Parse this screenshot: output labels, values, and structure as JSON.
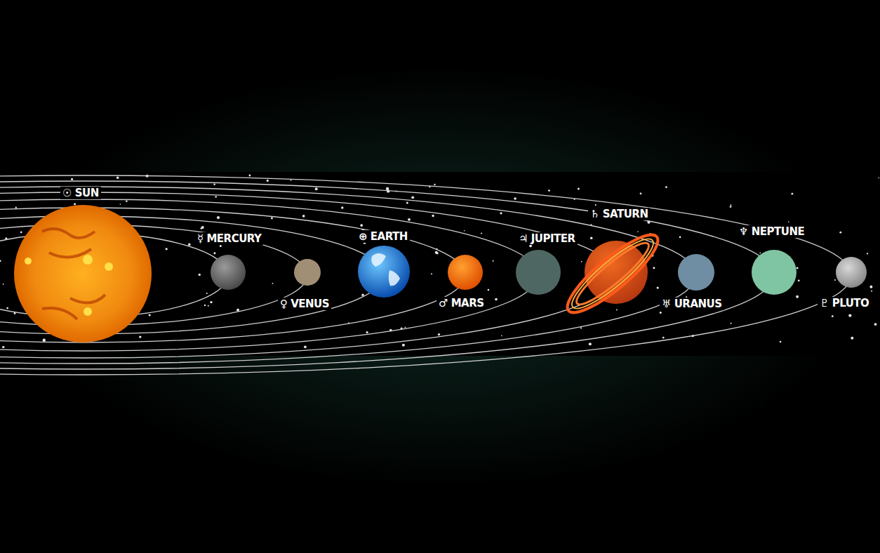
{
  "diagram": {
    "labels": [
      "☉ SUN",
      "☿ MERCURY",
      "♀ VENUS",
      "⊕ EARTH",
      "♂ MARS",
      "♃ JUPITER",
      "♄ SATURN",
      "♅ URANUS",
      "♆ NEPTUNE",
      "♇ PLUTO"
    ]
  }
}
